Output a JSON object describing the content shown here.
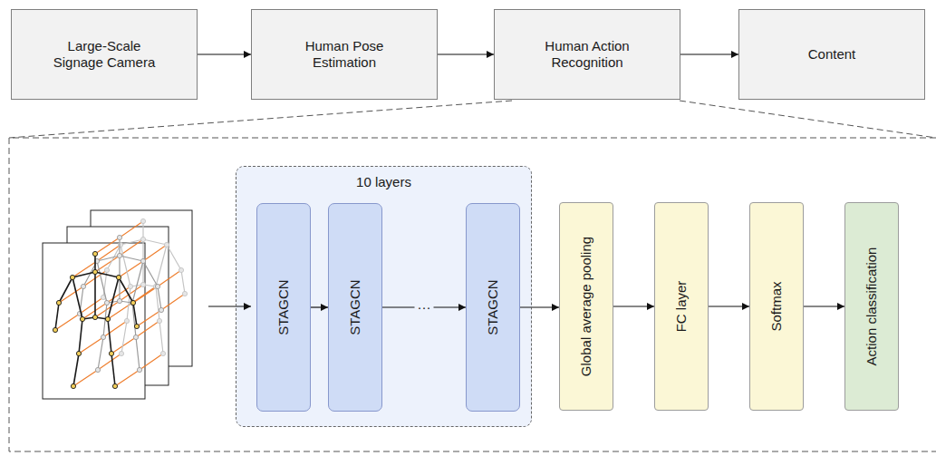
{
  "diagram": {
    "nodes": [
      {
        "text": [
          "Large-Scale Signage Camera"
        ]
      },
      {
        "text": [
          "Human Pose Estimation"
        ]
      },
      {
        "text": [
          "Human Action Recognition"
        ]
      },
      {
        "text": [
          "Content"
        ]
      },
      {
        "text": [
          "10 layers"
        ]
      },
      {
        "text": [
          "STAGCN"
        ],
        "in": 4
      },
      {
        "text": [
          "STAGCN"
        ],
        "in": 4
      },
      {
        "text": [
          "STAGCN"
        ],
        "in": 4
      },
      {
        "text": [
          "Global average pooling"
        ]
      },
      {
        "text": [
          "FC layer"
        ]
      },
      {
        "text": [
          "Softmax"
        ]
      },
      {
        "text": [
          "Action classification"
        ]
      }
    ],
    "edges": [
      {
        "from": 0,
        "to": 1,
        "arrow": "to"
      },
      {
        "from": 1,
        "to": 2,
        "arrow": "to"
      },
      {
        "from": 2,
        "to": 3,
        "arrow": "to"
      },
      {
        "from": 5,
        "to": 6,
        "arrow": "to"
      },
      {
        "from": 6,
        "to": 7,
        "label": "···",
        "arrow": "to"
      },
      {
        "from": 7,
        "to": 8,
        "arrow": "to"
      },
      {
        "from": 8,
        "to": 9,
        "arrow": "to"
      },
      {
        "from": 9,
        "to": 10,
        "arrow": "to"
      },
      {
        "from": 10,
        "to": 11,
        "arrow": "to"
      }
    ]
  }
}
